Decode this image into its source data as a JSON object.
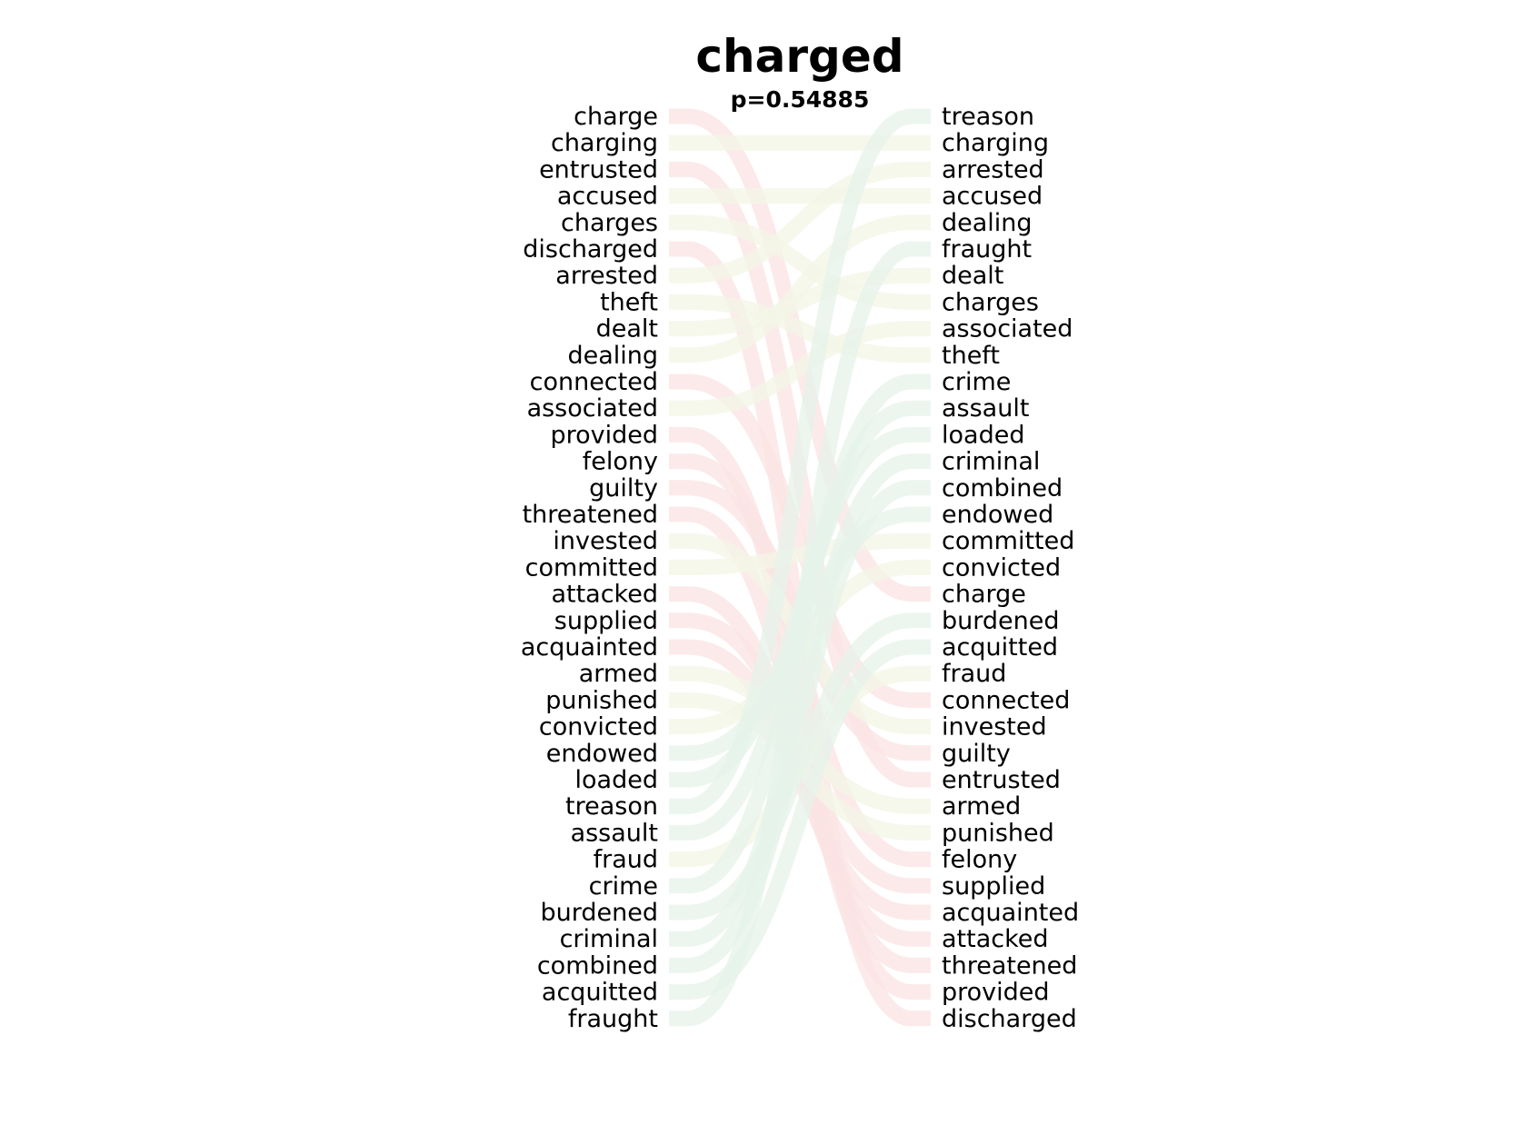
{
  "chart_data": {
    "type": "slope",
    "title": "charged",
    "subtitle": "p=0.54885",
    "left_words": [
      "charge",
      "charging",
      "entrusted",
      "accused",
      "charges",
      "discharged",
      "arrested",
      "theft",
      "dealt",
      "dealing",
      "connected",
      "associated",
      "provided",
      "felony",
      "guilty",
      "threatened",
      "invested",
      "committed",
      "attacked",
      "supplied",
      "acquainted",
      "armed",
      "punished",
      "convicted",
      "endowed",
      "loaded",
      "treason",
      "assault",
      "fraud",
      "crime",
      "burdened",
      "criminal",
      "combined",
      "acquitted",
      "fraught"
    ],
    "right_words": [
      "treason",
      "charging",
      "arrested",
      "accused",
      "dealing",
      "fraught",
      "dealt",
      "charges",
      "associated",
      "theft",
      "crime",
      "assault",
      "loaded",
      "criminal",
      "combined",
      "endowed",
      "committed",
      "convicted",
      "charge",
      "burdened",
      "acquitted",
      "fraud",
      "connected",
      "invested",
      "guilty",
      "entrusted",
      "armed",
      "punished",
      "felony",
      "supplied",
      "acquainted",
      "attacked",
      "threatened",
      "provided",
      "discharged"
    ],
    "colors": {
      "left_links": "#fbe3e3",
      "right_links": "#e5f3ea",
      "mid_links": "#f3f6e6",
      "text": "#000000"
    }
  }
}
